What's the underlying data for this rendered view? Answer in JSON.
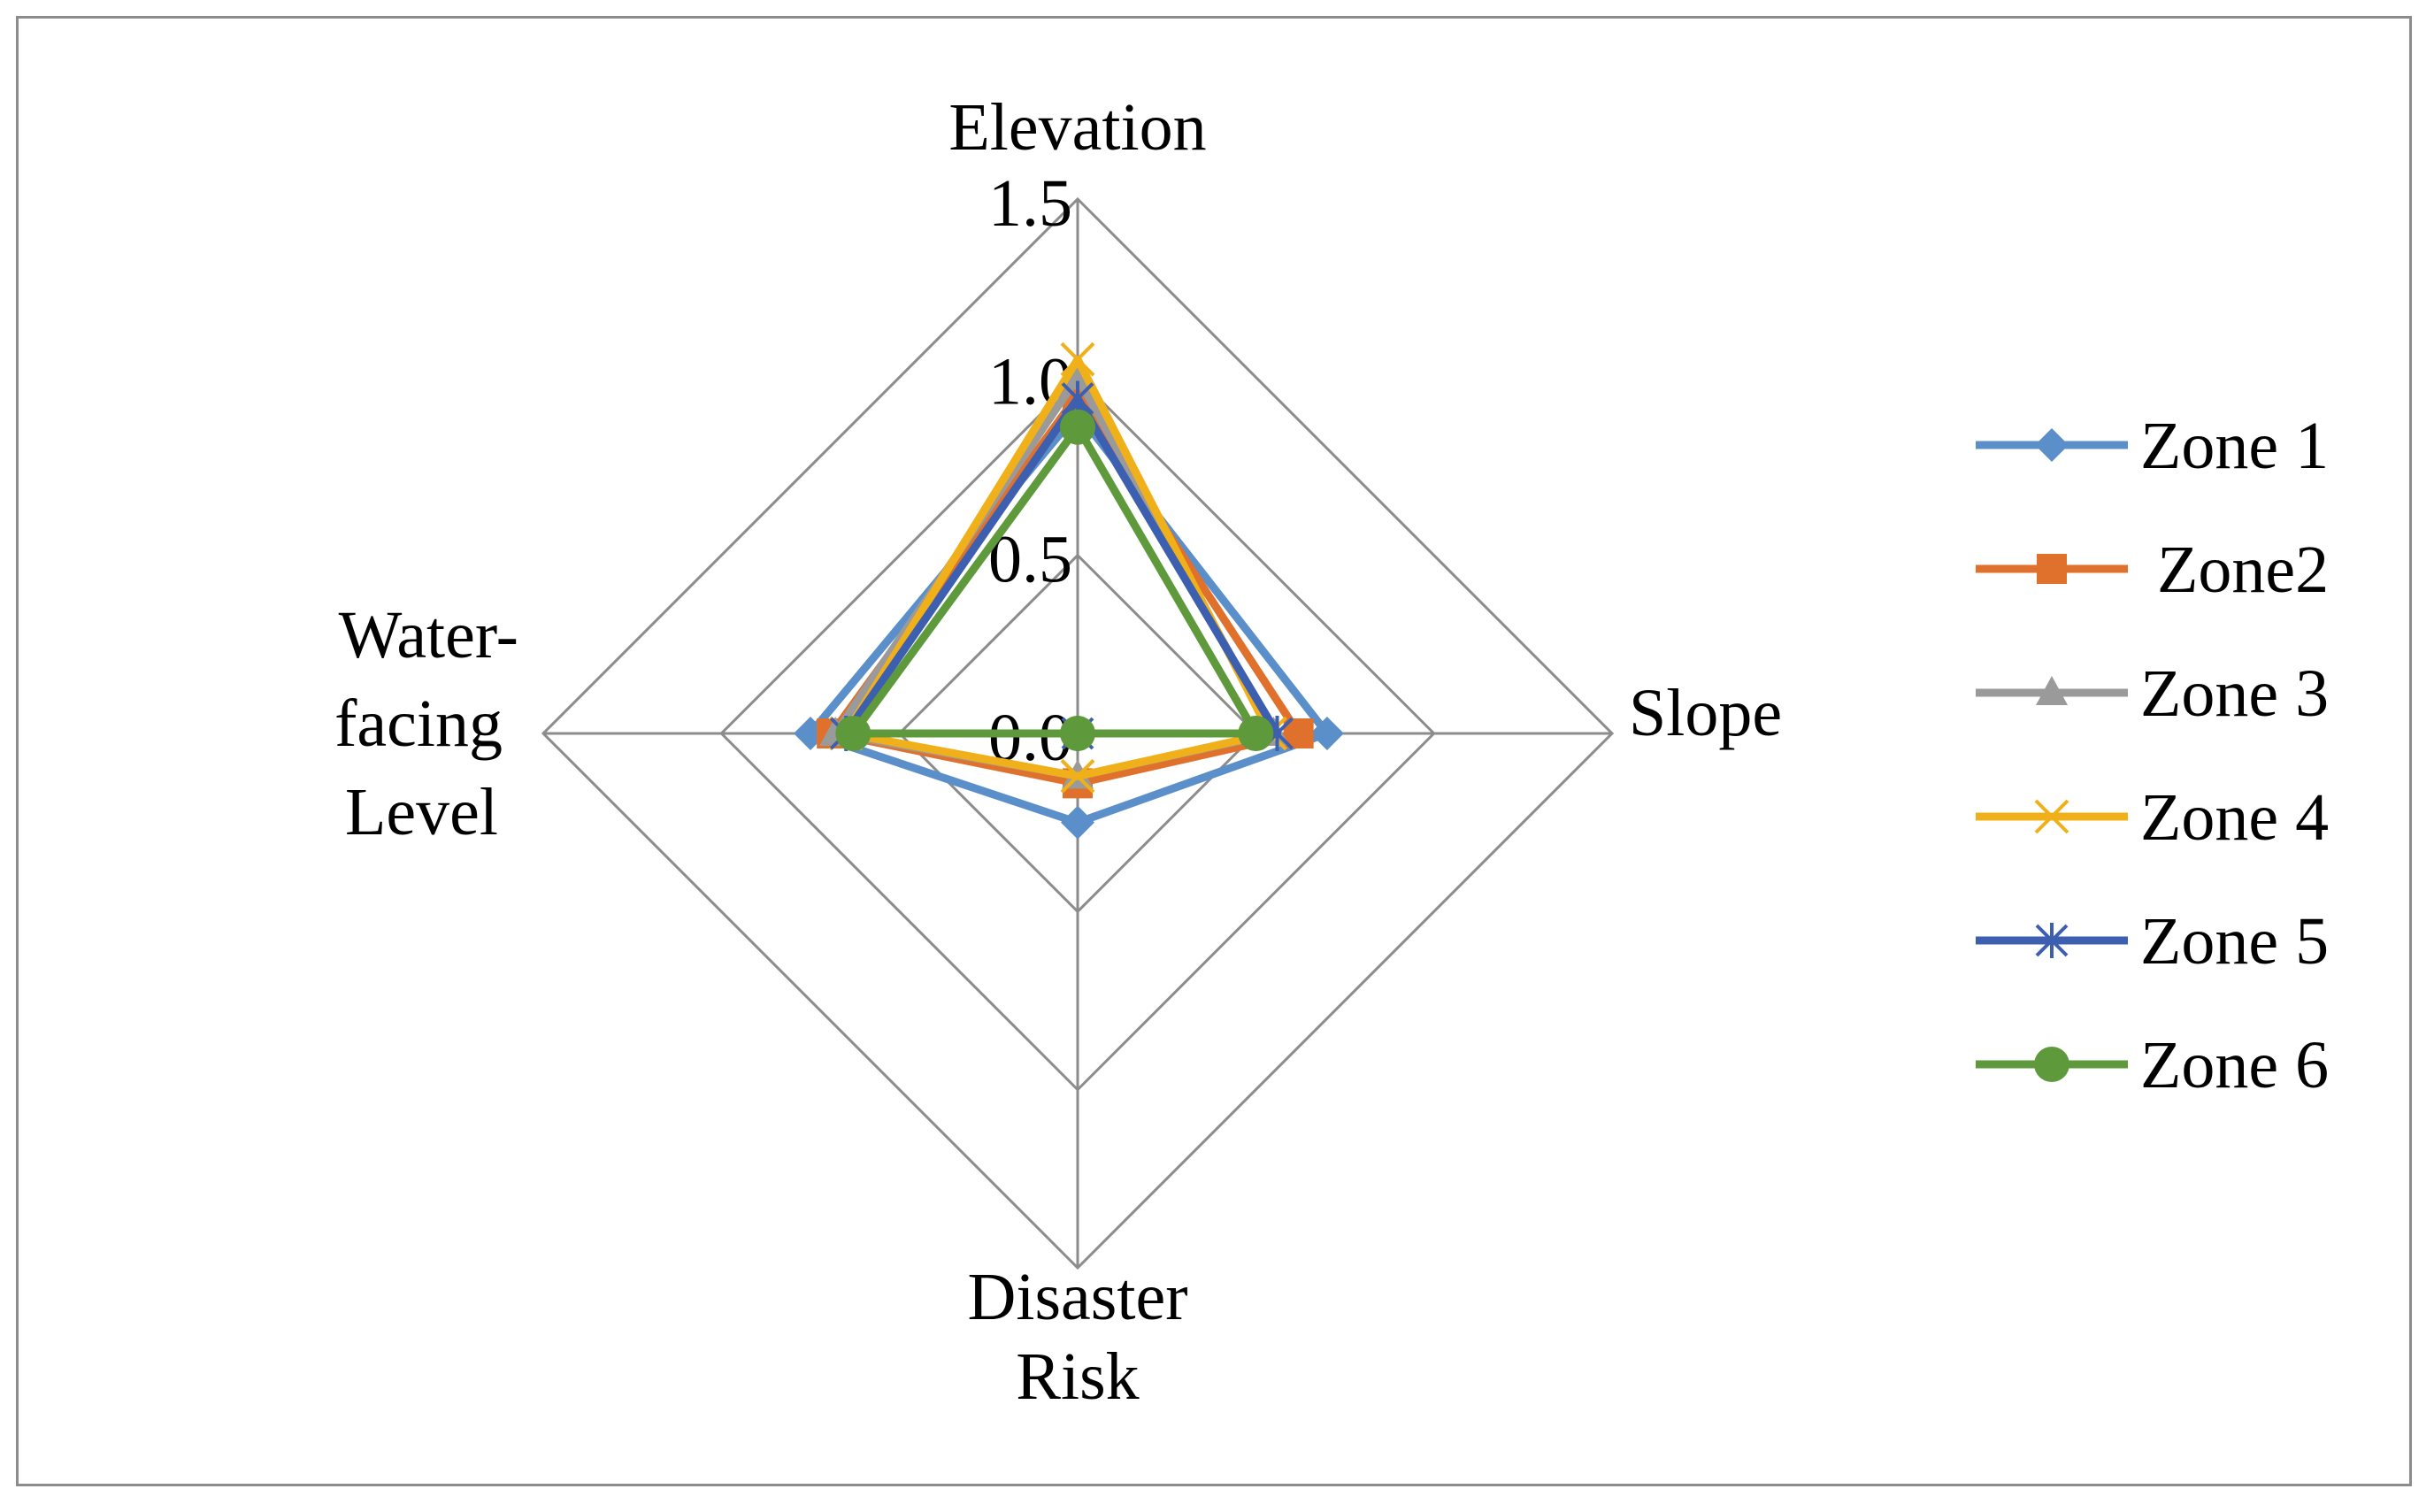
{
  "chart_data": {
    "type": "radar",
    "axes": [
      "Elevation",
      "Slope",
      "Disaster Risk",
      "Water-facing Level"
    ],
    "axis_labels": {
      "elevation": "Elevation",
      "slope": "Slope",
      "disaster_risk": [
        "Disaster",
        "Risk"
      ],
      "water_facing": [
        "Water-",
        "facing",
        "Level"
      ]
    },
    "rlim": [
      0.0,
      1.5
    ],
    "ticks": [
      "0.0",
      "0.5",
      "1.0",
      "1.5"
    ],
    "tick_values": [
      0.0,
      0.5,
      1.0,
      1.5
    ],
    "grid": true,
    "legend_position": "right",
    "series": [
      {
        "name": "Zone 1",
        "color": "#5b8fc9",
        "marker": "diamond",
        "values": [
          0.9,
          0.7,
          0.25,
          0.75
        ]
      },
      {
        "name": " Zone2",
        "color": "#e0712c",
        "marker": "square",
        "values": [
          0.95,
          0.62,
          0.14,
          0.69
        ]
      },
      {
        "name": "Zone 3",
        "color": "#9a9a9a",
        "marker": "triangle",
        "values": [
          1.0,
          0.55,
          0.12,
          0.68
        ]
      },
      {
        "name": "Zone 4",
        "color": "#f0b01a",
        "marker": "x",
        "values": [
          1.05,
          0.54,
          0.12,
          0.65
        ]
      },
      {
        "name": "Zone 5",
        "color": "#3d5fb0",
        "marker": "star",
        "values": [
          0.94,
          0.56,
          0.0,
          0.65
        ]
      },
      {
        "name": "Zone 6",
        "color": "#5e9a3b",
        "marker": "circle",
        "values": [
          0.86,
          0.5,
          0.0,
          0.63
        ]
      }
    ]
  }
}
